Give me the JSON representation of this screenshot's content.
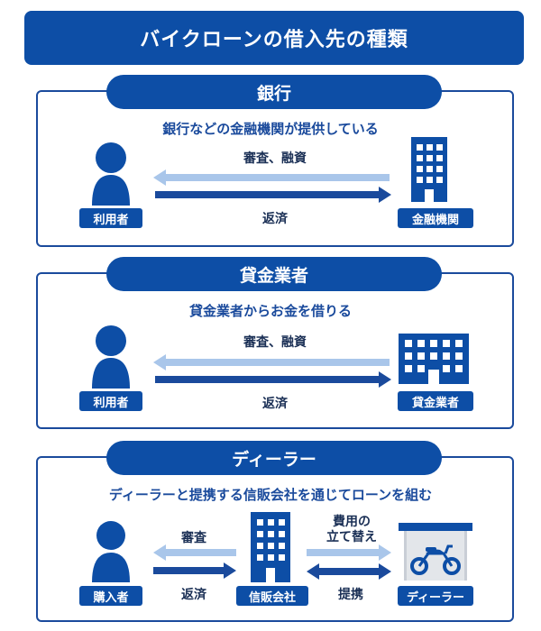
{
  "title": "バイクローンの借入先の種類",
  "sections": {
    "bank": {
      "heading": "銀行",
      "description": "銀行などの金融機関が提供している",
      "left_label": "利用者",
      "right_label": "金融機関",
      "top_arrow_label": "審査、融資",
      "bottom_arrow_label": "返済"
    },
    "lender": {
      "heading": "貸金業者",
      "description": "貸金業者からお金を借りる",
      "left_label": "利用者",
      "right_label": "貸金業者",
      "top_arrow_label": "審査、融資",
      "bottom_arrow_label": "返済"
    },
    "dealer": {
      "heading": "ディーラー",
      "description": "ディーラーと提携する信販会社を通じてローンを組む",
      "left_label": "購入者",
      "middle_label": "信販会社",
      "right_label": "ディーラー",
      "left_top_arrow_label": "審査",
      "left_bottom_arrow_label": "返済",
      "right_top_arrow_label_line1": "費用の",
      "right_top_arrow_label_line2": "立て替え",
      "right_bottom_arrow_label": "提携"
    }
  },
  "colors": {
    "primary": "#0d4ea6",
    "light_arrow": "#a9c6ea",
    "dark_arrow": "#1a4a9c"
  },
  "icons": [
    "person-icon",
    "building-icon",
    "garage-motorcycle-icon"
  ]
}
